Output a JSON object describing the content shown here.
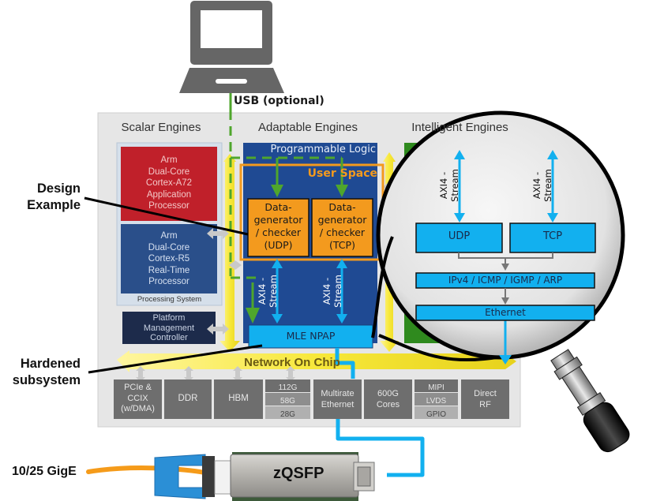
{
  "laptop": {
    "usb_label": "USB (optional)"
  },
  "callouts": {
    "design_example": [
      "Design",
      "Example"
    ],
    "hardened_subsystem": [
      "Hardened",
      "subsystem"
    ],
    "ethernet_speed": "10/25 GigE"
  },
  "soc": {
    "columns": {
      "scalar": "Scalar Engines",
      "adaptable": "Adaptable Engines",
      "intelligent": "Intelligent Engines"
    },
    "processing_system": {
      "label": "Processing System",
      "apu": [
        "Arm",
        "Dual-Core",
        "Cortex-A72",
        "Application",
        "Processor"
      ],
      "rpu": [
        "Arm",
        "Dual-Core",
        "Cortex-R5",
        "Real-Time",
        "Processor"
      ]
    },
    "pmc": [
      "Platform",
      "Management",
      "Controller"
    ],
    "programmable_logic": {
      "label": "Programmable Logic",
      "user_space": "User Space",
      "udp_block": [
        "Data-",
        "generator",
        "/ checker",
        "(UDP)"
      ],
      "tcp_block": [
        "Data-",
        "generator",
        "/ checker",
        "(TCP)"
      ],
      "stream_label": [
        "AXI4 -",
        "Stream"
      ],
      "mle_npap": "MLE NPAP"
    },
    "noc": "Network On Chip",
    "io_blocks": [
      {
        "lines": [
          "PCIe &",
          "CCIX",
          "(w/DMA)"
        ]
      },
      {
        "lines": [
          "DDR"
        ]
      },
      {
        "lines": [
          "HBM"
        ]
      },
      {
        "stack": [
          "112G",
          "58G",
          "28G"
        ]
      },
      {
        "lines": [
          "Multirate",
          "Ethernet"
        ]
      },
      {
        "lines": [
          "600G",
          "Cores"
        ]
      },
      {
        "stack": [
          "MIPI",
          "LVDS",
          "GPIO"
        ]
      },
      {
        "lines": [
          "Direct",
          "RF"
        ]
      }
    ]
  },
  "magnifier": {
    "stream_label": [
      "AXI4 -",
      "Stream"
    ],
    "udp": "UDP",
    "tcp": "TCP",
    "ip_layer": "IPv4 / ICMP / IGMP / ARP",
    "ethernet": "Ethernet"
  },
  "module": {
    "label": "zQSFP"
  },
  "colors": {
    "apu_red": "#c0202a",
    "rpu_blue": "#2a4f8a",
    "pmc_navy": "#1d2b4b",
    "pl_blue": "#1f4a93",
    "user_space_orange": "#f39a1e",
    "stream_cyan": "#12b0ef",
    "noc_yellow": "#f7e83a",
    "usb_green": "#4fa62c",
    "ai_green": "#2f8a1e",
    "io_gray": "#6e6e6e",
    "cable_orange": "#f59b1a"
  }
}
